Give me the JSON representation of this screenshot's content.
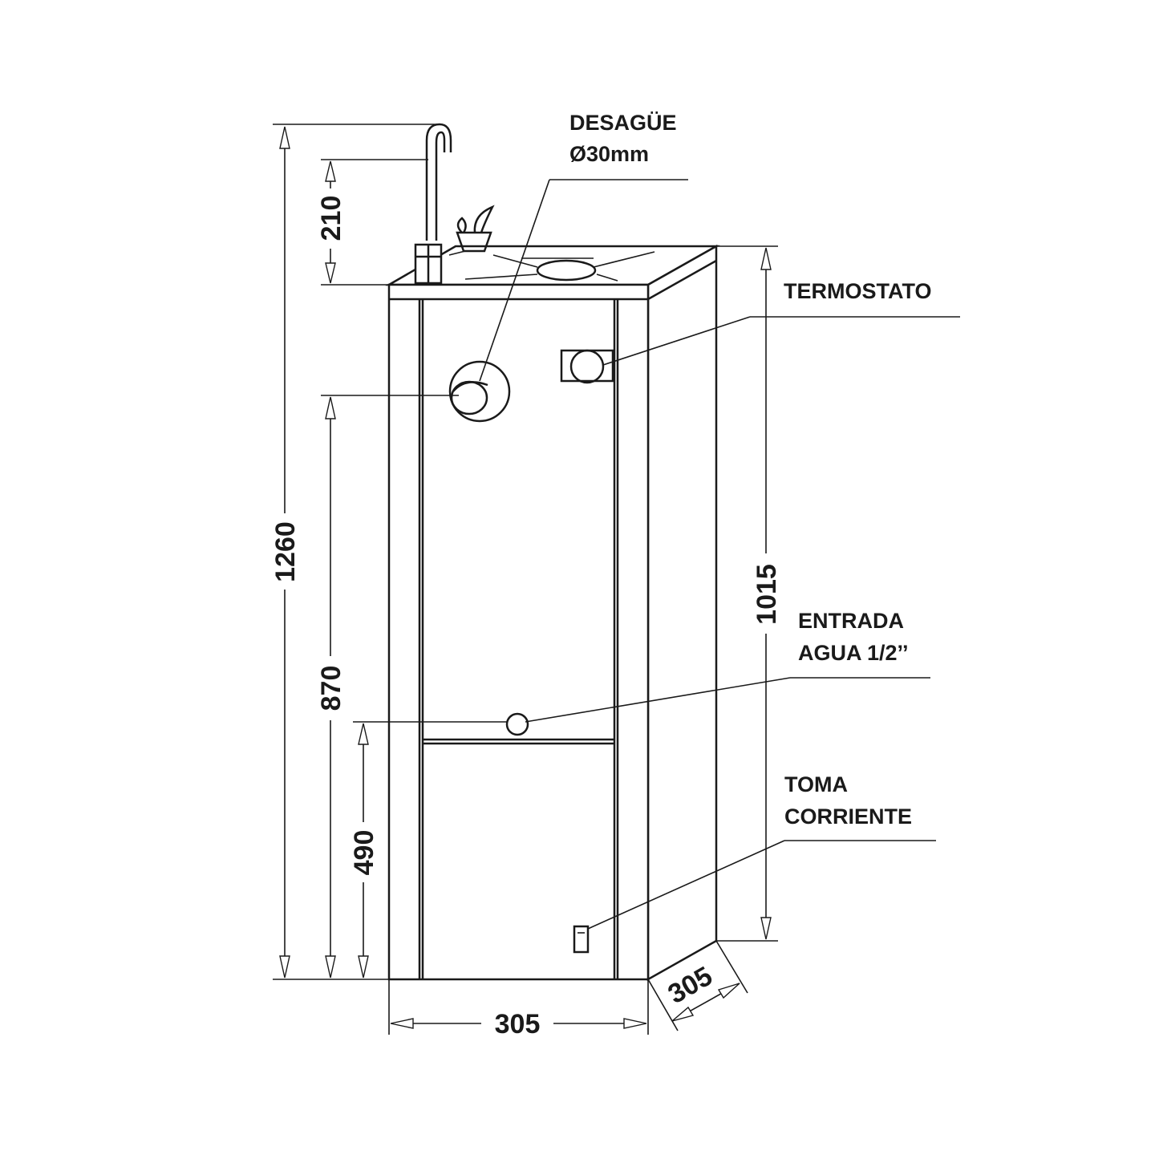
{
  "labels": {
    "drain_title": "DESAGÜE",
    "drain_size": "Ø30mm",
    "thermostat": "TERMOSTATO",
    "water_inlet_line1": "ENTRADA",
    "water_inlet_line2": "AGUA 1/2’’",
    "outlet_line1": "TOMA",
    "outlet_line2": "CORRIENTE"
  },
  "dimensions": {
    "total_height": "1260",
    "faucet_height": "210",
    "drain_height": "870",
    "inlet_height": "490",
    "side_height": "1015",
    "width": "305",
    "depth": "305"
  }
}
